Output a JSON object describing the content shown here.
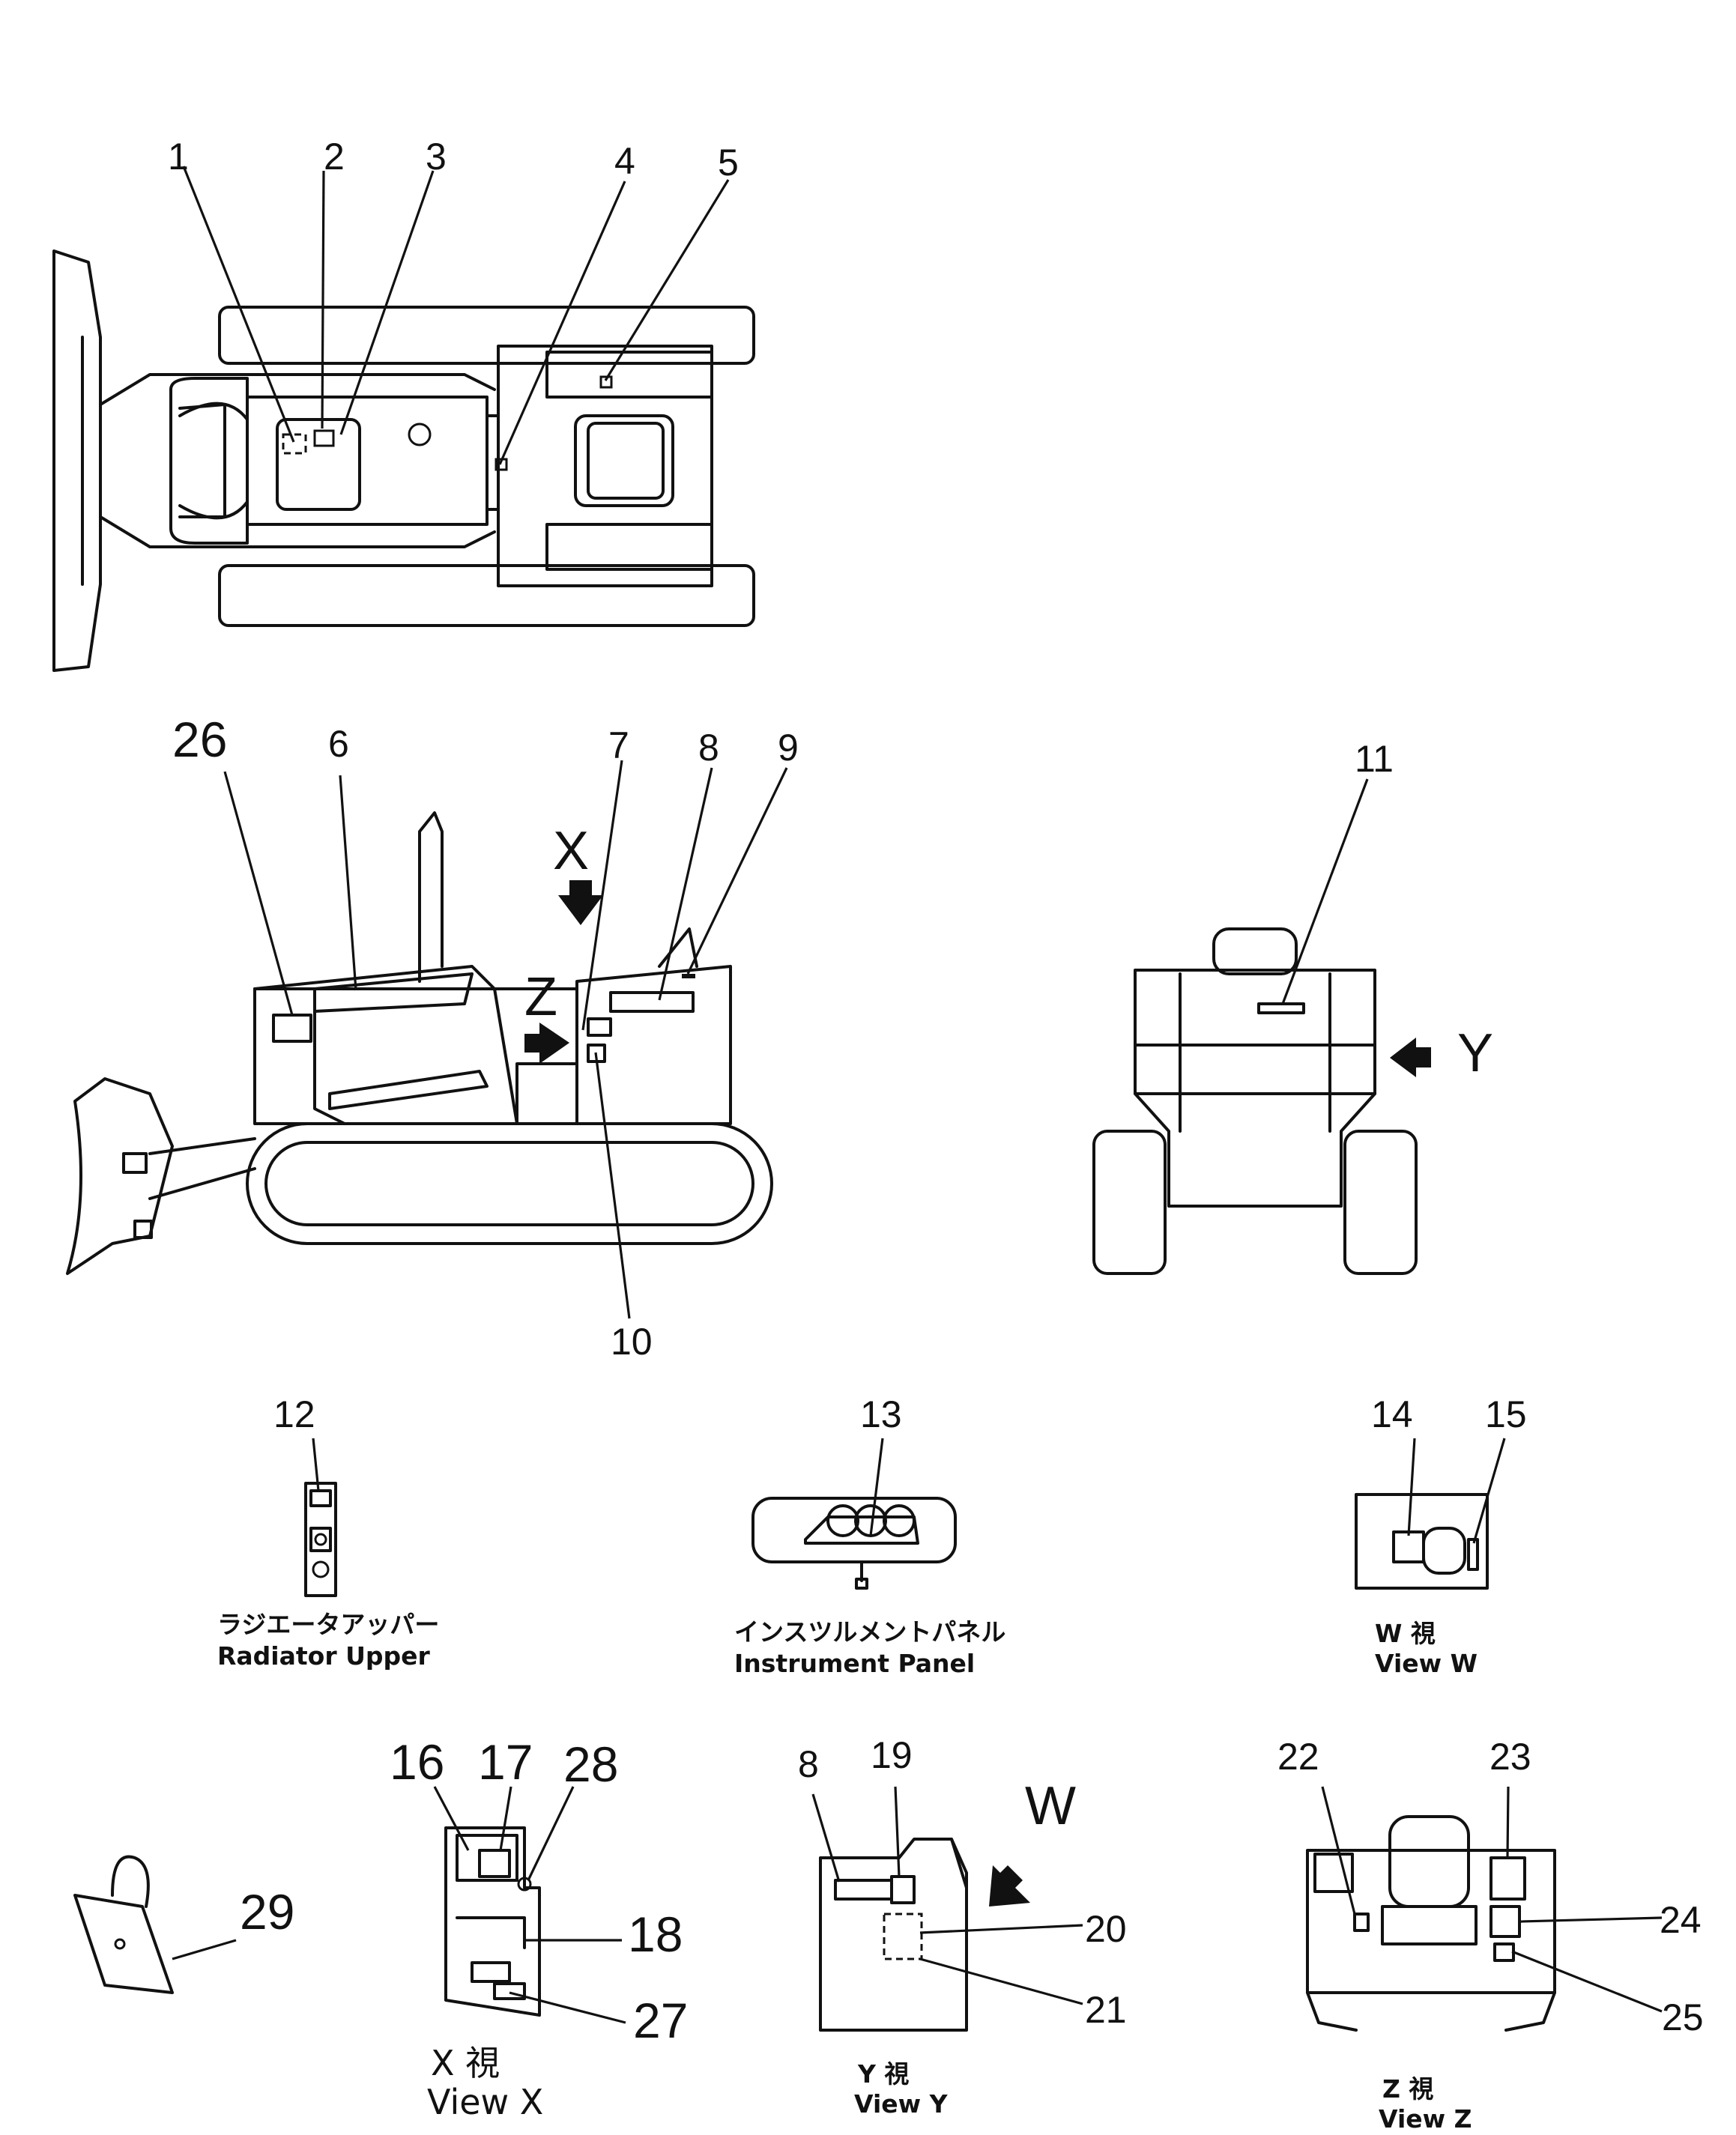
{
  "parts": [
    {
      "id": "1",
      "label": "1"
    },
    {
      "id": "2",
      "label": "2"
    },
    {
      "id": "3",
      "label": "3"
    },
    {
      "id": "4",
      "label": "4"
    },
    {
      "id": "5",
      "label": "5"
    },
    {
      "id": "6",
      "label": "6"
    },
    {
      "id": "7",
      "label": "7"
    },
    {
      "id": "8",
      "label": "8"
    },
    {
      "id": "9",
      "label": "9"
    },
    {
      "id": "10",
      "label": "10"
    },
    {
      "id": "11",
      "label": "11"
    },
    {
      "id": "12",
      "label": "12"
    },
    {
      "id": "13",
      "label": "13"
    },
    {
      "id": "14",
      "label": "14"
    },
    {
      "id": "15",
      "label": "15"
    },
    {
      "id": "16",
      "label": "16"
    },
    {
      "id": "17",
      "label": "17"
    },
    {
      "id": "18",
      "label": "18"
    },
    {
      "id": "19",
      "label": "19"
    },
    {
      "id": "20",
      "label": "20"
    },
    {
      "id": "21",
      "label": "21"
    },
    {
      "id": "22",
      "label": "22"
    },
    {
      "id": "23",
      "label": "23"
    },
    {
      "id": "24",
      "label": "24"
    },
    {
      "id": "25",
      "label": "25"
    },
    {
      "id": "26",
      "label": "26"
    },
    {
      "id": "27",
      "label": "27"
    },
    {
      "id": "28",
      "label": "28"
    },
    {
      "id": "29",
      "label": "29"
    },
    {
      "id": "8b",
      "label": "8"
    }
  ],
  "view_markers": {
    "x": "X",
    "y": "Y",
    "z": "Z",
    "w": "W"
  },
  "captions": {
    "radiator_jp": "ラジエータアッパー",
    "radiator_en": "Radiator Upper",
    "instrument_jp": "インスツルメントパネル",
    "instrument_en": "Instrument Panel",
    "view_w_jp": "W 視",
    "view_w_en": "View W",
    "view_x_jp": "X 視",
    "view_x_en": "View X",
    "view_y_jp": "Y 視",
    "view_y_en": "View Y",
    "view_z_jp": "Z 視",
    "view_z_en": "View Z"
  }
}
